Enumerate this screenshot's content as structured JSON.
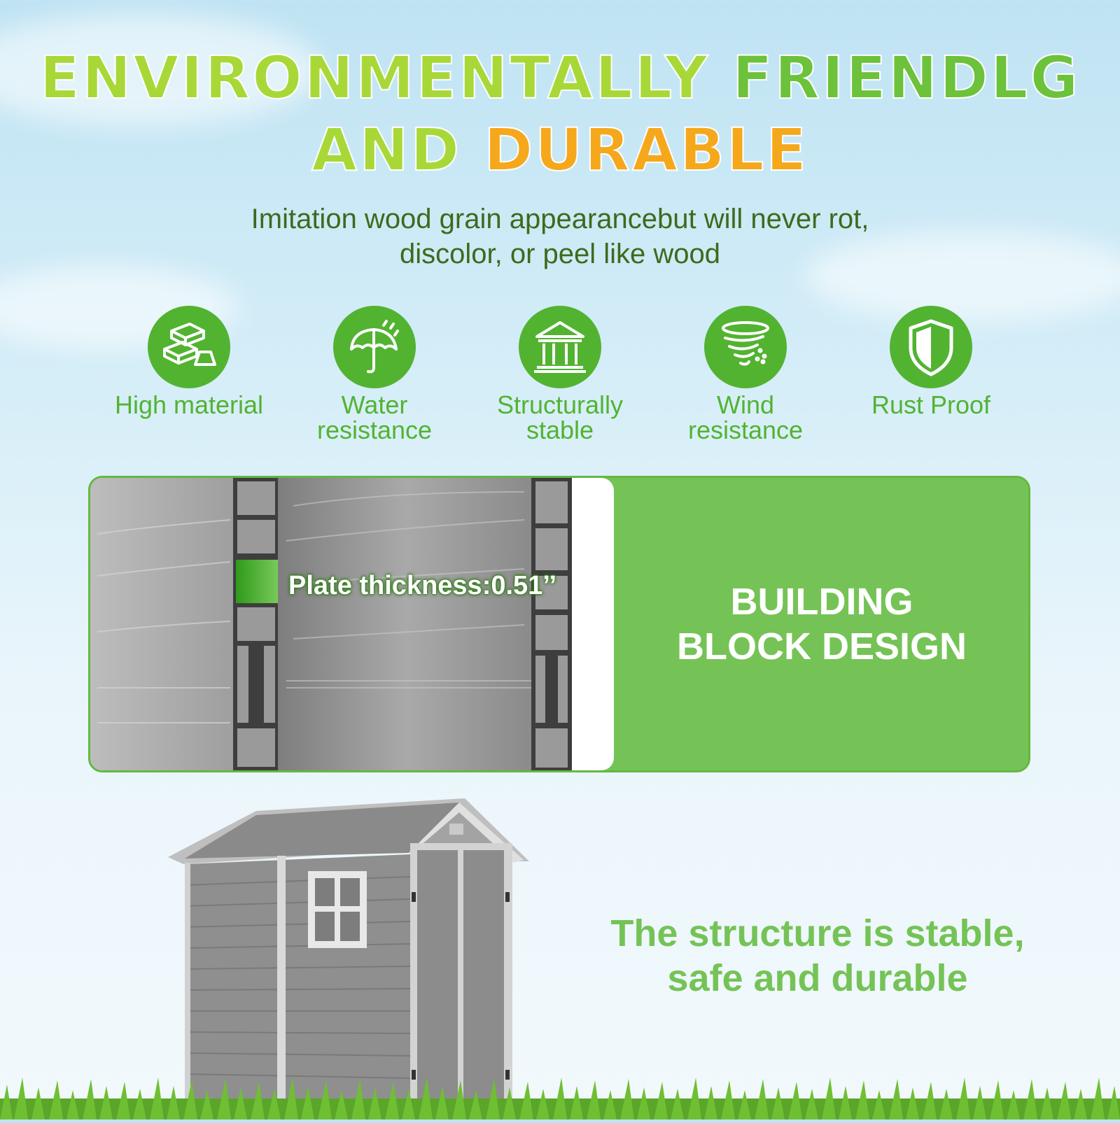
{
  "headline": {
    "line1_part1": "ENVIRONMENTALLY",
    "line1_part2": "FRIENDLG",
    "line2_part1": "AND",
    "line2_part2": "DURABLE"
  },
  "subtitle": {
    "line1": "Imitation wood grain appearancebut will never rot,",
    "line2": "discolor, or peel like wood"
  },
  "features": [
    {
      "icon": "gold-bars-icon",
      "line1": "High material",
      "line2": ""
    },
    {
      "icon": "umbrella-icon",
      "line1": "Water",
      "line2": "resistance"
    },
    {
      "icon": "pillar-building-icon",
      "line1": "Structurally",
      "line2": "stable"
    },
    {
      "icon": "tornado-icon",
      "line1": "Wind",
      "line2": "resistance"
    },
    {
      "icon": "shield-icon",
      "line1": "Rust Proof",
      "line2": ""
    }
  ],
  "panel": {
    "thickness_label": "Plate thickness:0.51’’",
    "title_line1": "BUILDING",
    "title_line2": "BLOCK DESIGN"
  },
  "bottom": {
    "line1": "The structure is stable,",
    "line2": "safe and durable"
  },
  "colors": {
    "accent_green": "#52b331",
    "panel_green": "#75c356",
    "orange": "#f5a81c"
  }
}
